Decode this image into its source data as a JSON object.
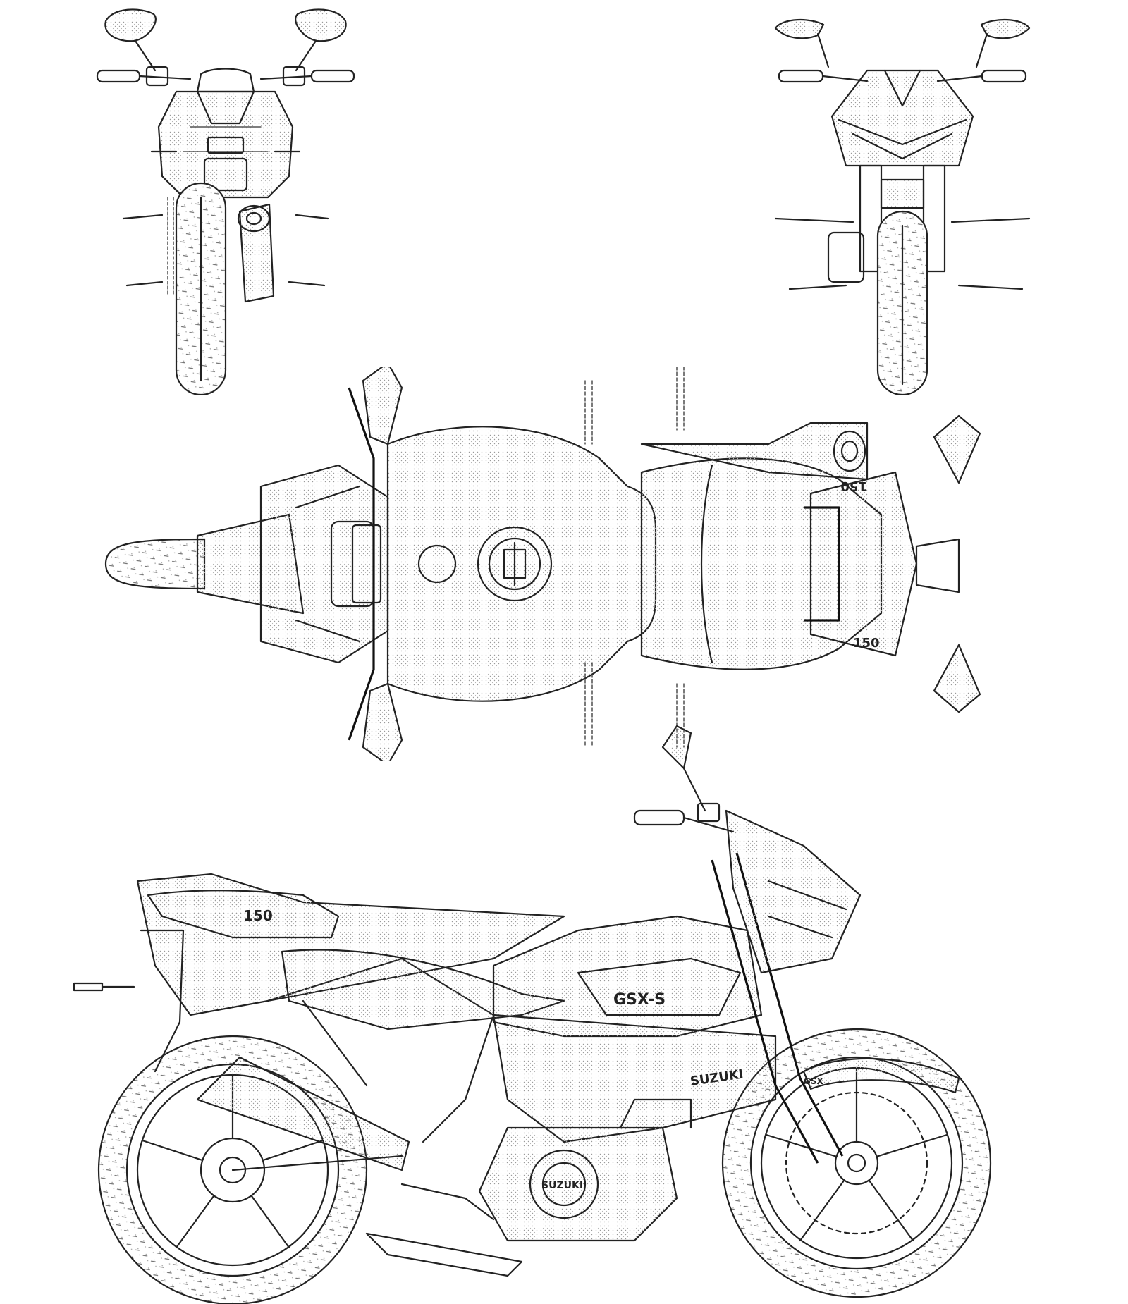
{
  "views": {
    "rear": {
      "name": "rear-view"
    },
    "front": {
      "name": "front-view"
    },
    "top": {
      "name": "top-view"
    },
    "side": {
      "name": "side-view"
    }
  },
  "markings": {
    "brand_tank": "SUZUKI",
    "brand_engine": "SUZUKI",
    "model_tail": "150",
    "model_fork": "GSX",
    "tank_emblem": "GSX-S"
  },
  "colors": {
    "line": "#222222",
    "background": "#ffffff",
    "stipple": "#9a9a9a"
  }
}
